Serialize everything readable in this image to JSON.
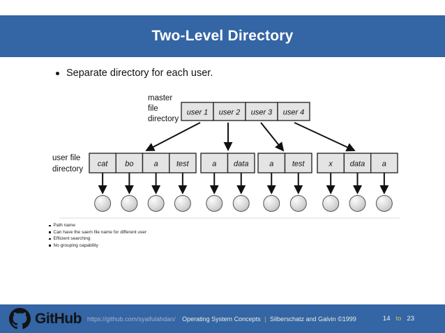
{
  "header": {
    "title": "Two-Level Directory"
  },
  "bullet": {
    "text": "Separate directory for each user."
  },
  "diagram": {
    "master_label_lines": [
      "master",
      "file",
      "directory"
    ],
    "user_label_lines": [
      "user  file",
      "directory"
    ],
    "master_boxes": [
      "user 1",
      "user 2",
      "user 3",
      "user 4"
    ],
    "groups": [
      [
        "cat",
        "bo",
        "a",
        "test"
      ],
      [
        "a",
        "data"
      ],
      [
        "a",
        "test"
      ],
      [
        "x",
        "data",
        "a"
      ]
    ]
  },
  "notes": [
    "Path name",
    "Can have the saem file name for different user",
    "Efficient searching",
    "No grouping capability"
  ],
  "footer": {
    "brand": "GitHub",
    "url": "https://github.com/syaifulahdan/",
    "course": "Operating System Concepts",
    "separator": "|",
    "authors": "Silberschatz and Galvin ©1999",
    "page_current": "14",
    "page_connector": "to",
    "page_total": "23"
  },
  "colors": {
    "bar_blue": "#3465a4",
    "box_fill": "#e4e4e4",
    "box_stroke": "#2b2b2b",
    "arrow": "#111111"
  }
}
